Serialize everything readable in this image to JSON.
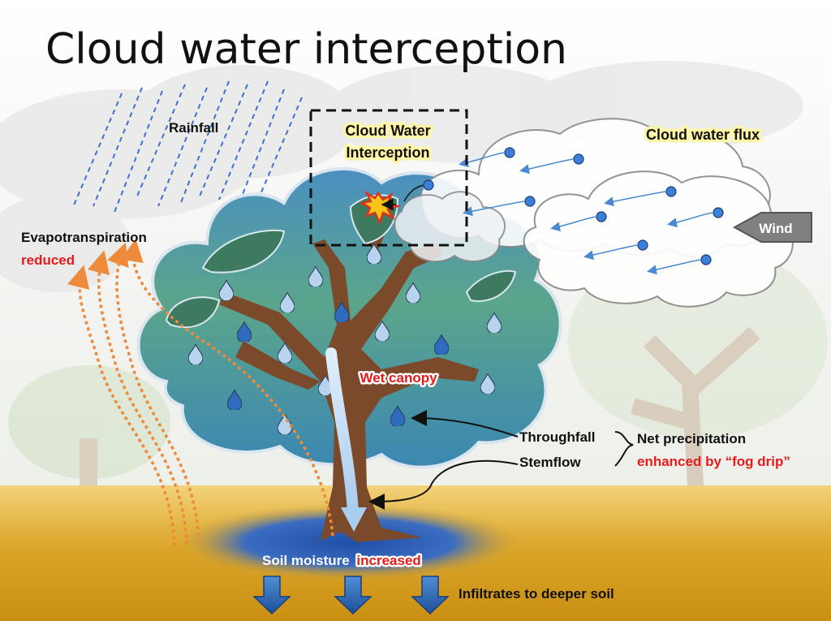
{
  "title": "Cloud water interception",
  "labels": {
    "rainfall": "Rainfall",
    "cwi_line1": "Cloud Water",
    "cwi_line2": "Interception",
    "cloud_water_flux": "Cloud water flux",
    "wind": "Wind",
    "evapo": "Evapotranspiration",
    "evapo_reduced": "reduced",
    "wet_canopy": "Wet canopy",
    "throughfall": "Throughfall",
    "stemflow": "Stemflow",
    "net_precip": "Net precipitation",
    "fog_drip": "enhanced by “fog drip”",
    "soil_moisture": "Soil moisture",
    "soil_increased": "increased",
    "infiltrates": "Infiltrates to deeper soil"
  },
  "colors": {
    "soil": "#d9a520",
    "foliage_top": "#4a8fc0",
    "foliage_bottom": "#4f9a6d",
    "trunk": "#7b4a2a",
    "droplet_light": "#b7d3ee",
    "droplet_dark": "#2f6cc0",
    "evapo_arrow": "#ee8a3c",
    "wind_arrow": "#808080",
    "highlight": "#fff6a8",
    "accent_red": "#e51a1a"
  }
}
